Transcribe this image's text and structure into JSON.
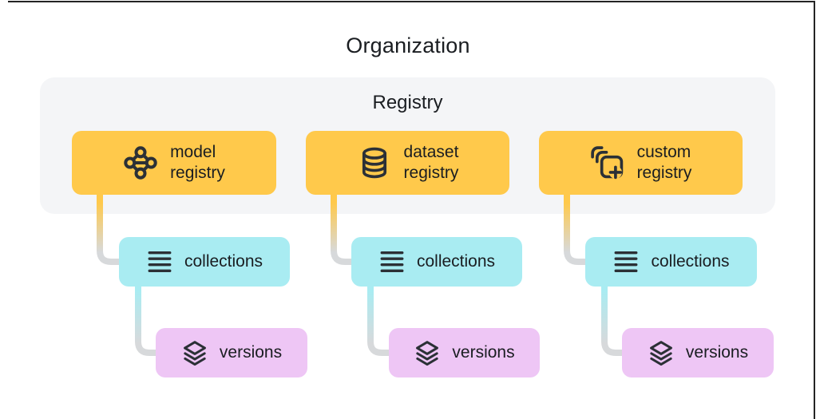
{
  "title": "Organization",
  "panel": {
    "label": "Registry"
  },
  "colors": {
    "yellow": "#FFC94B",
    "teal": "#A9ECF2",
    "purple": "#EEC6F5",
    "panel": "#F4F5F7",
    "icon": "#2B3036",
    "text": "#1A1D21",
    "gray": "#D7D9DB",
    "frame": "#242424"
  },
  "columns": [
    {
      "registry": {
        "line1": "model",
        "line2": "registry",
        "icon": "model-graph-icon"
      },
      "collections": {
        "label": "collections",
        "icon": "list-icon"
      },
      "versions": {
        "label": "versions",
        "icon": "layers-icon"
      }
    },
    {
      "registry": {
        "line1": "dataset",
        "line2": "registry",
        "icon": "database-icon"
      },
      "collections": {
        "label": "collections",
        "icon": "list-icon"
      },
      "versions": {
        "label": "versions",
        "icon": "layers-icon"
      }
    },
    {
      "registry": {
        "line1": "custom",
        "line2": "registry",
        "icon": "stacked-squares-plus-icon"
      },
      "collections": {
        "label": "collections",
        "icon": "list-icon"
      },
      "versions": {
        "label": "versions",
        "icon": "layers-icon"
      }
    }
  ]
}
